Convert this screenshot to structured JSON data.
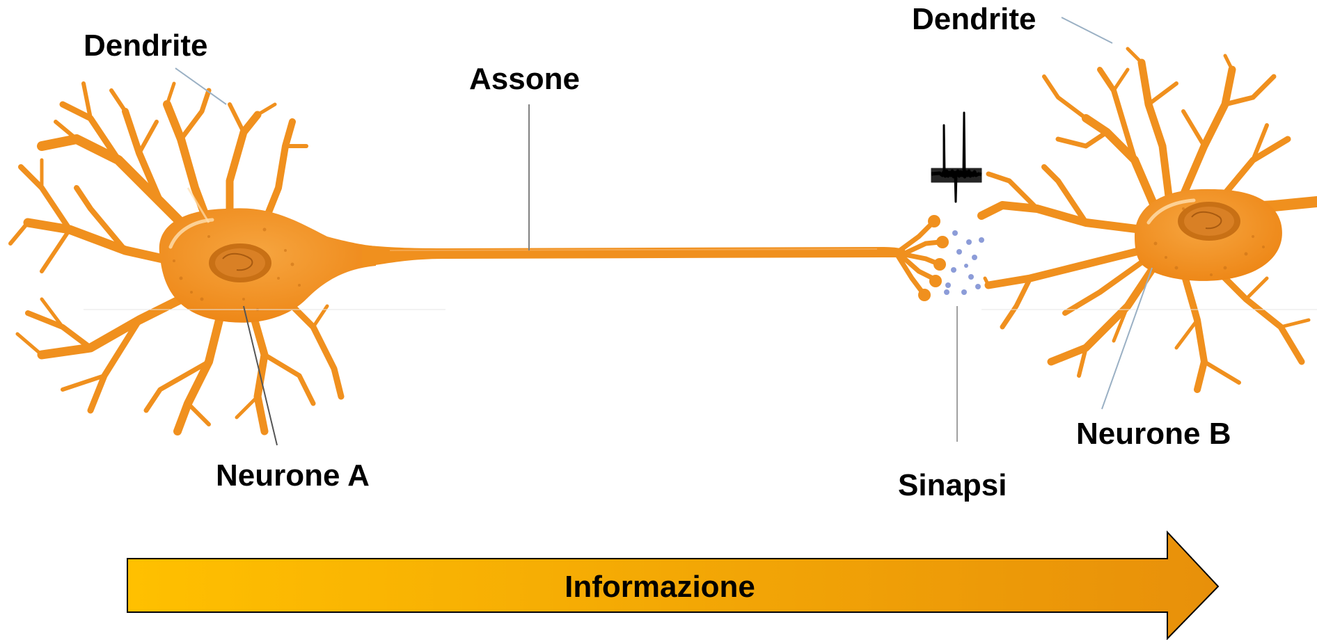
{
  "labels": {
    "dendrite_left": "Dendrite",
    "dendrite_right": "Dendrite",
    "axon": "Assone",
    "neuron_a": "Neurone A",
    "neuron_b": "Neurone B",
    "synapse": "Sinapsi",
    "information": "Informazione"
  },
  "colors": {
    "neuron_fill": "#F0901E",
    "neuron_highlight": "#FFE0B0",
    "nucleus": "#C87015",
    "neurotransmitter": "#8C9CD8",
    "leader_line": "#9AB0C4",
    "arrow_start": "#FFC000",
    "arrow_end": "#E8900A",
    "arrow_stroke": "#000000"
  },
  "icons": {
    "action_potential": "spike-trace-icon"
  }
}
